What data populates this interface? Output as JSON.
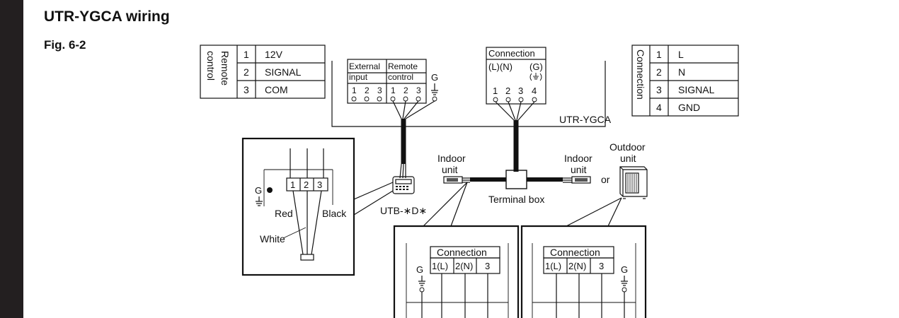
{
  "header": {
    "title": "UTR-YGCA wiring",
    "figure": "Fig. 6-2"
  },
  "remote_table": {
    "side_label_1": "Remote",
    "side_label_2": "control",
    "rows": [
      {
        "num": "1",
        "label": "12V"
      },
      {
        "num": "2",
        "label": "SIGNAL"
      },
      {
        "num": "3",
        "label": "COM"
      }
    ]
  },
  "connection_table": {
    "side_label": "Connection",
    "rows": [
      {
        "num": "1",
        "label": "L"
      },
      {
        "num": "2",
        "label": "N"
      },
      {
        "num": "3",
        "label": "SIGNAL"
      },
      {
        "num": "4",
        "label": "GND"
      }
    ]
  },
  "unit": {
    "name": "UTR-YGCA",
    "ext_input_1": "External",
    "ext_input_2": "input",
    "remote_ctrl_1": "Remote",
    "remote_ctrl_2": "control",
    "g": "G",
    "ext_terms": [
      "1",
      "2",
      "3"
    ],
    "rem_terms": [
      "1",
      "2",
      "3"
    ],
    "conn_title": "Connection",
    "conn_ln": "(L)(N)",
    "conn_g": "(G)",
    "conn_terms": [
      "1",
      "2",
      "3",
      "4"
    ]
  },
  "labels": {
    "indoor_1": "Indoor",
    "unit": "unit",
    "indoor_2": "Indoor",
    "outdoor": "Outdoor",
    "or": "or",
    "terminal_box": "Terminal box",
    "utb": "UTB-∗D∗"
  },
  "detail_controller": {
    "g": "G",
    "terms": [
      "1",
      "2",
      "3"
    ],
    "red": "Red",
    "black": "Black",
    "white": "White"
  },
  "detail_indoor": {
    "title": "Connection",
    "cols": [
      "1(L)",
      "2(N)",
      "3"
    ],
    "g": "G"
  },
  "detail_outdoor": {
    "title": "Connection",
    "cols": [
      "1(L)",
      "2(N)",
      "3"
    ],
    "g": "G"
  }
}
